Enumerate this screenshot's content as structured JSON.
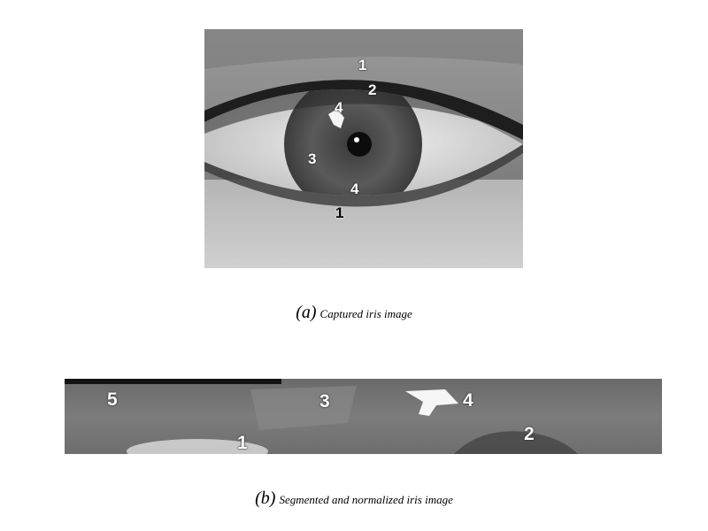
{
  "figure_a": {
    "labels": {
      "top_1": "1",
      "top_2": "2",
      "top_4": "4",
      "left_3": "3",
      "bottom_4": "4",
      "bottom_1": "1"
    },
    "caption_tag": "(a)",
    "caption_text": "Captured iris image"
  },
  "figure_b": {
    "labels": {
      "n5": "5",
      "n3": "3",
      "n4": "4",
      "n1": "1",
      "n2": "2"
    },
    "caption_tag": "(b)",
    "caption_text": "Segmented and normalized iris image"
  }
}
